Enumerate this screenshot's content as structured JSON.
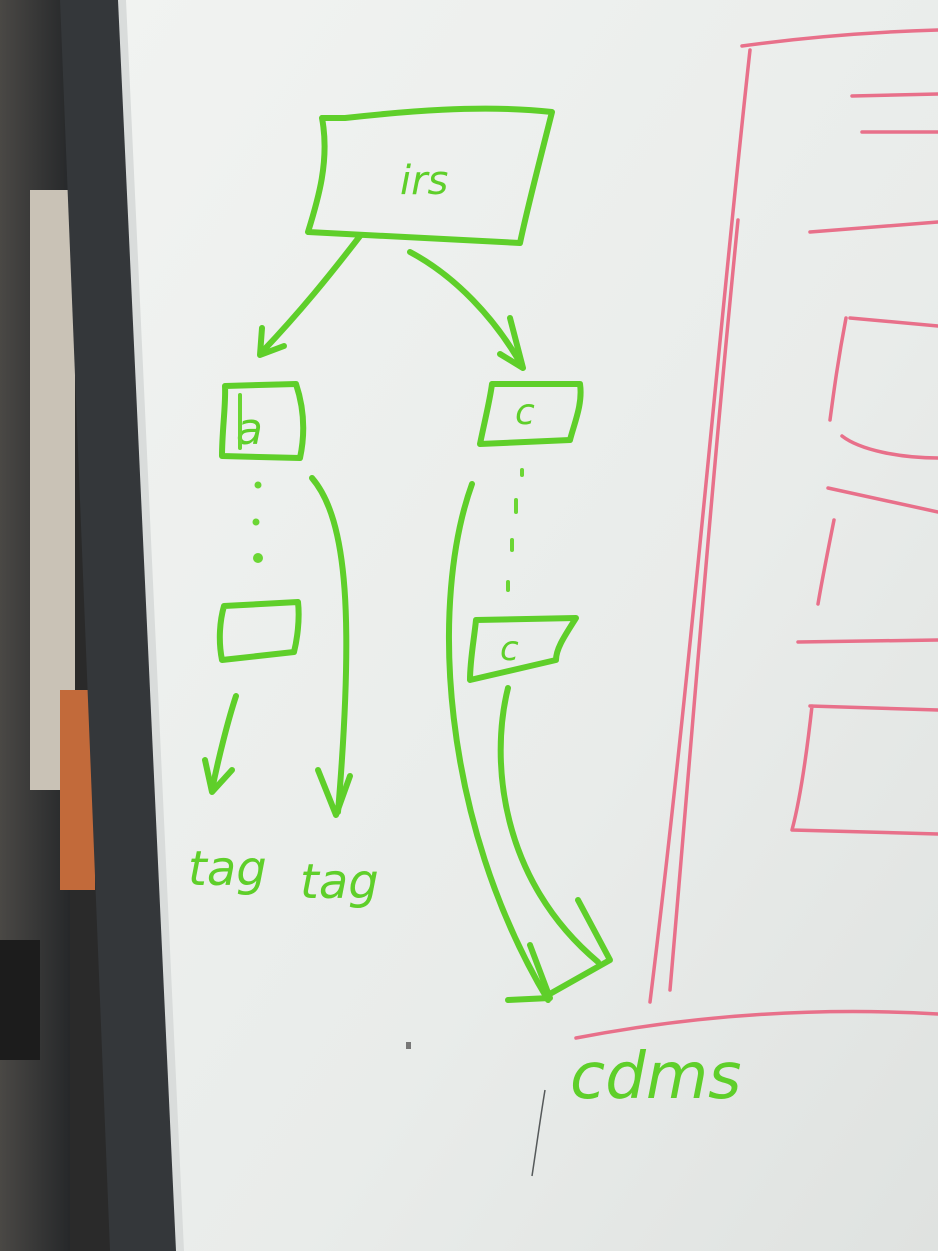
{
  "colors": {
    "marker_green": "#5fcf2a",
    "marker_red": "#e8708a",
    "board": "#eef0ef",
    "frame": "#3a3d40"
  },
  "diagram": {
    "root_label": "irs",
    "left_top_label": "a",
    "right_top_label": "c",
    "right_bottom_label": "c",
    "tag_left": "tag",
    "tag_right": "tag",
    "sink_label": "cdms"
  }
}
